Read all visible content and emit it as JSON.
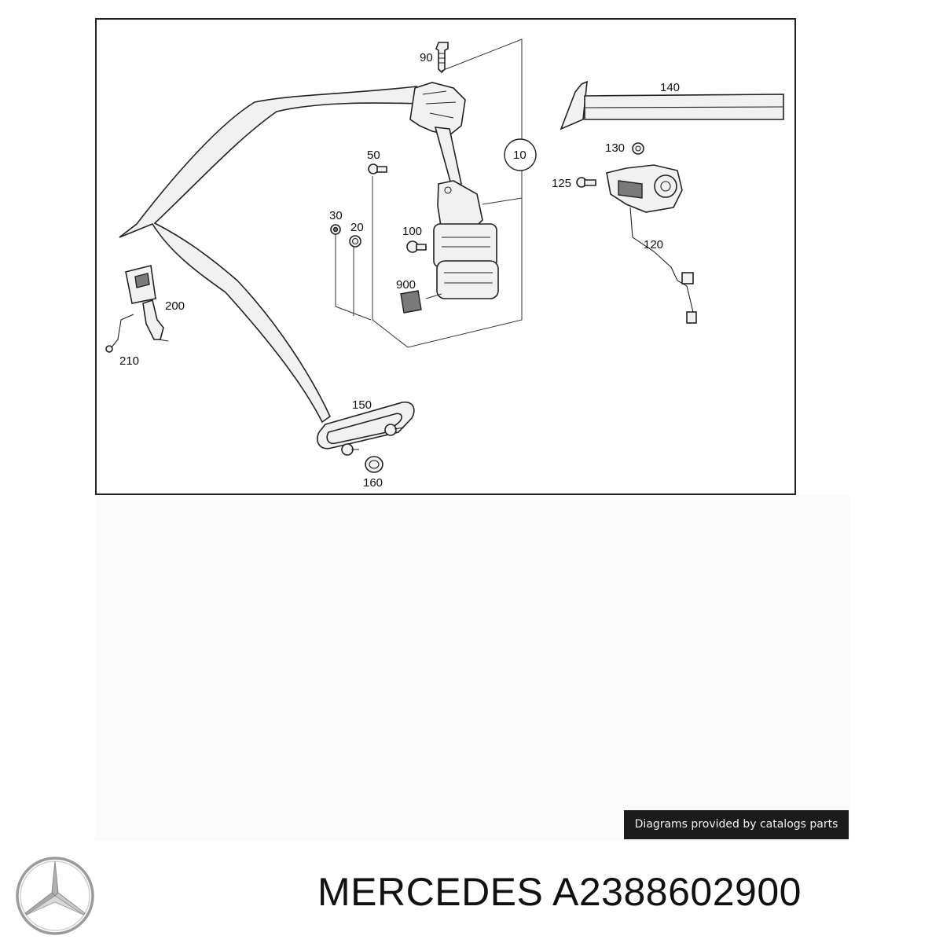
{
  "diagram": {
    "callouts": {
      "c90": "90",
      "c140": "140",
      "c10": "10",
      "c50": "50",
      "c130": "130",
      "c125": "125",
      "c30": "30",
      "c20": "20",
      "c100": "100",
      "c120": "120",
      "c900": "900",
      "c200": "200",
      "c210": "210",
      "c150": "150",
      "c160": "160"
    }
  },
  "attribution": {
    "text": "Diagrams provided by catalogs parts"
  },
  "brand": {
    "text": "MERCEDES A2388602900"
  },
  "icons": {
    "logo": "mercedes-star-icon"
  }
}
